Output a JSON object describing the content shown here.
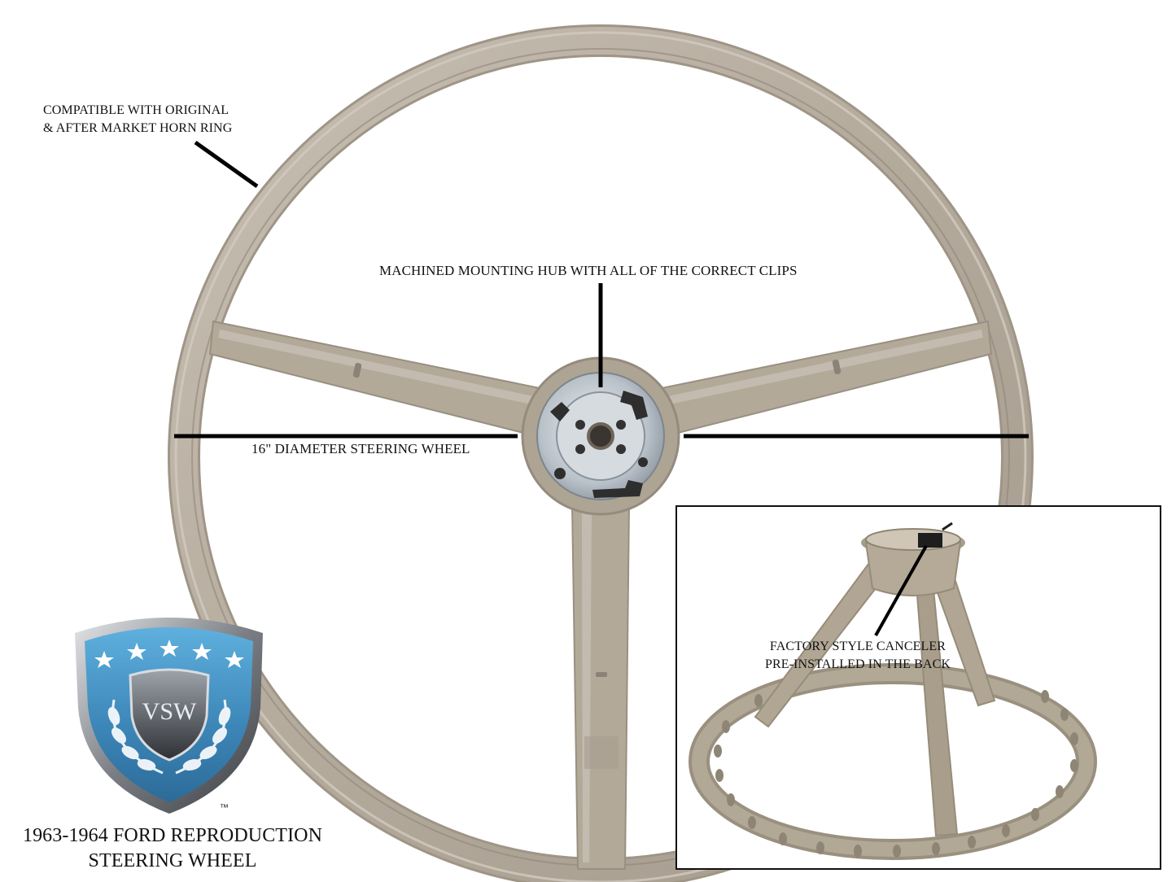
{
  "annotations": {
    "horn_ring": {
      "line1": "COMPATIBLE WITH ORIGINAL",
      "line2": "& AFTER MARKET HORN RING"
    },
    "hub": "MACHINED MOUNTING HUB WITH ALL OF THE CORRECT CLIPS",
    "diameter": "16\" DIAMETER STEERING WHEEL",
    "canceler": {
      "line1": "FACTORY STYLE CANCELER",
      "line2": "PRE-INSTALLED IN THE BACK"
    }
  },
  "product": {
    "title_line1": "1963-1964 FORD REPRODUCTION",
    "title_line2": "STEERING WHEEL"
  },
  "logo": {
    "text": "VSW",
    "trademark": "™",
    "stars": 5
  },
  "colors": {
    "wheel": "#b7ad9f",
    "wheel_dark": "#9e958a",
    "hub_metal": "#c9cfd6",
    "shield_blue": "#3f8fc0",
    "shield_border": "#6c6f74"
  }
}
